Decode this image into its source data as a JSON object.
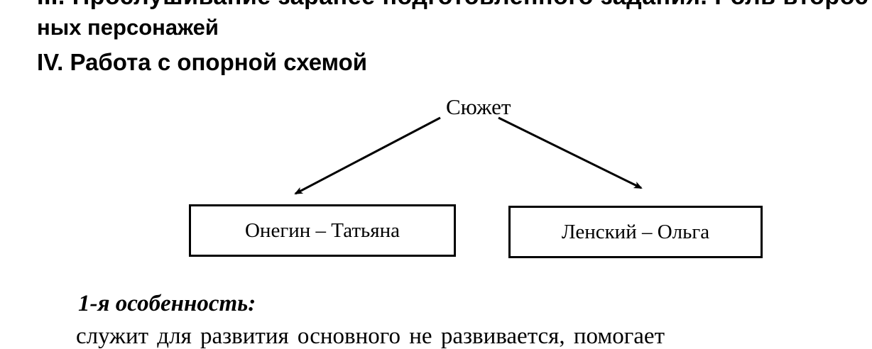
{
  "document": {
    "top_line": "III. Прослушивание заранее подготовленного задания. Роль второсте",
    "second_line": "ных персонажей",
    "section_heading": "IV. Работа с опорной схемой",
    "diagram": {
      "root": "Сюжет",
      "left_box": "Онегин – Татьяна",
      "right_box": "Ленский – Ольга"
    },
    "feature_heading": "1-я особенность:",
    "bottom_line": "служит для развития основного        не развивается, помогает"
  }
}
